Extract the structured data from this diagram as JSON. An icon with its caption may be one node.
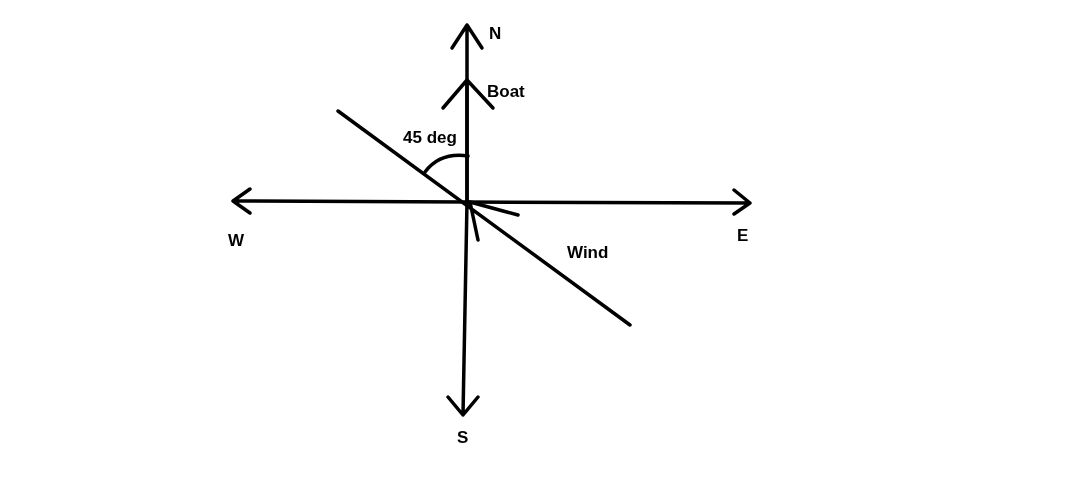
{
  "diagram": {
    "labels": [
      "N",
      "Boat",
      "45 deg",
      "W",
      "E",
      "Wind",
      "S"
    ]
  }
}
